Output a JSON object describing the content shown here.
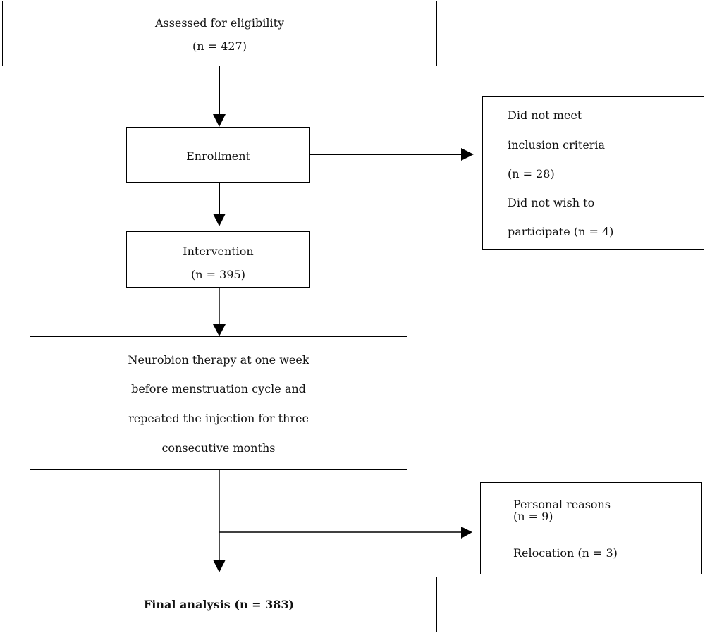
{
  "assessed": {
    "title": "Assessed for eligibility",
    "count": "(n = 427)"
  },
  "enrollment": {
    "title": "Enrollment"
  },
  "excluded": {
    "line1": "Did not meet",
    "line2": "inclusion criteria",
    "line3": "(n = 28)",
    "line4": "Did not wish to",
    "line5": "participate (n = 4)"
  },
  "intervention": {
    "title": "Intervention",
    "count": "(n = 395)"
  },
  "therapy": {
    "line1": "Neurobion therapy at one week",
    "line2": "before menstruation cycle and",
    "line3": "repeated the injection for three",
    "line4": "consecutive months"
  },
  "lost": {
    "line1": "Personal reasons",
    "line2": "(n = 9)",
    "line3": "Relocation (n = 3)"
  },
  "final": {
    "label": "Final analysis (n = 383)"
  }
}
